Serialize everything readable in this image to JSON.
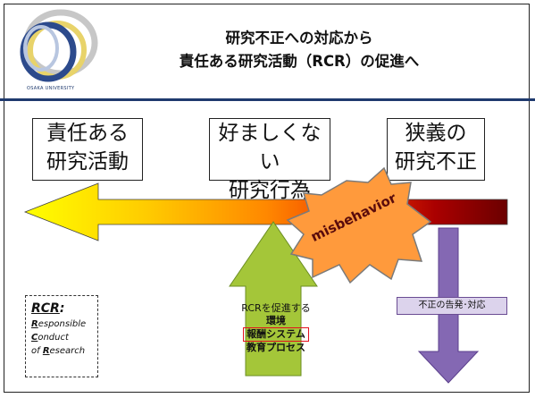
{
  "header": {
    "logo_text": "OSAKA UNIVERSITY",
    "title_line1": "研究不正への対応から",
    "title_line2": "責任ある研究活動（RCR）の促進へ"
  },
  "boxes": [
    {
      "line1": "責任ある",
      "line2": "研究活動"
    },
    {
      "line1": "好ましくない",
      "line2": "研究行為"
    },
    {
      "line1": "狭義の",
      "line2": "研究不正"
    }
  ],
  "burst": {
    "label": "misbehavior"
  },
  "green_arrow": {
    "line1": "RCRを促進する",
    "line2": "環境",
    "line3": "報酬システム",
    "line4": "教育プロセス"
  },
  "purple_arrow": {
    "label": "不正の告発･対応"
  },
  "rcr_legend": {
    "heading": "RCR",
    "heading_colon": ":",
    "w1_initial": "R",
    "w1_rest": "esponsible",
    "w2_initial": "C",
    "w2_rest": "onduct",
    "w3_prefix": "of ",
    "w3_initial": "R",
    "w3_rest": "esearch"
  },
  "colors": {
    "arrow_gradient": [
      "#ffff00",
      "#ffcc00",
      "#ff8800",
      "#ee3300",
      "#aa0000",
      "#6b0000"
    ],
    "green_arrow": "#a4c639",
    "purple_arrow": "#8468b3",
    "burst": "#ff9a3c",
    "accent_line": "#1f3a6e",
    "highlight_box": "#e3111e"
  }
}
